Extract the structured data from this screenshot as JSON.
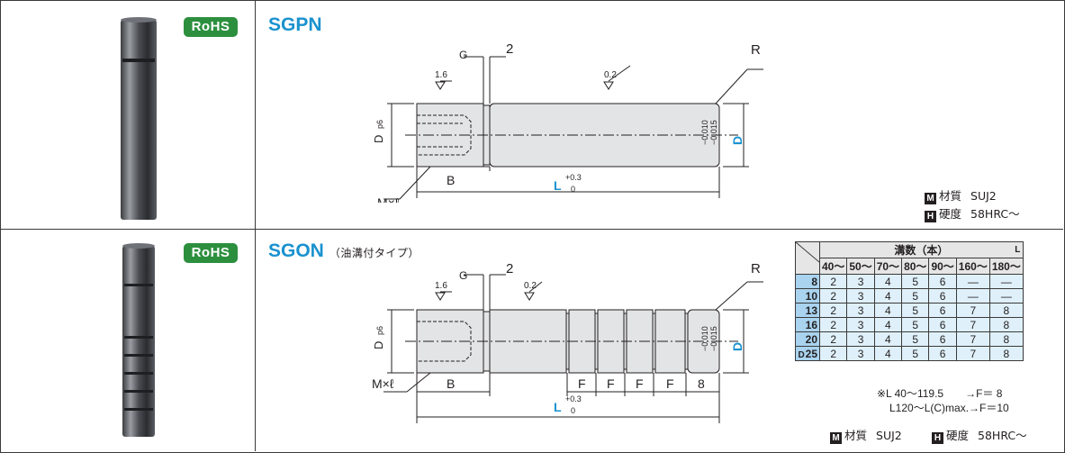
{
  "rohs_label": "RoHS",
  "sgpn": {
    "model": "SGPN",
    "dims": {
      "G": "G",
      "two": "2",
      "R": "R",
      "rough1": "1.6",
      "rough2": "0.2",
      "Dp6": "D",
      "Dp6_sub": "p6",
      "M_l": "M×ℓ",
      "B": "B",
      "L": "L",
      "L_tol_plus": "+0.3",
      "L_tol_zero": "0",
      "D": "D",
      "D_tol1": "−0.010",
      "D_tol2": "−0.015"
    },
    "spec_material_mark": "M",
    "spec_material_label": "材質",
    "spec_material_value": "SUJ2",
    "spec_hardness_mark": "H",
    "spec_hardness_label": "硬度",
    "spec_hardness_value": "58HRC〜"
  },
  "sgon": {
    "model": "SGON",
    "subtitle": "（油溝付タイプ）",
    "dims": {
      "G": "G",
      "two": "2",
      "R": "R",
      "rough1": "1.6",
      "rough2": "0.2",
      "Dp6": "D",
      "Dp6_sub": "p6",
      "M_l": "M×ℓ",
      "B": "B",
      "F": "F",
      "eight": "8",
      "L": "L",
      "L_tol_plus": "+0.3",
      "L_tol_zero": "0",
      "D": "D",
      "D_tol1": "−0.010",
      "D_tol2": "−0.015"
    },
    "table": {
      "title": "溝数（本）",
      "corner_L": "L",
      "corner_D": "D",
      "columns": [
        "40〜",
        "50〜",
        "70〜",
        "80〜",
        "90〜",
        "160〜",
        "180〜"
      ],
      "rows": [
        {
          "d": "8",
          "v": [
            "2",
            "3",
            "4",
            "5",
            "6",
            "—",
            "—"
          ]
        },
        {
          "d": "10",
          "v": [
            "2",
            "3",
            "4",
            "5",
            "6",
            "—",
            "—"
          ]
        },
        {
          "d": "13",
          "v": [
            "2",
            "3",
            "4",
            "5",
            "6",
            "7",
            "8"
          ]
        },
        {
          "d": "16",
          "v": [
            "2",
            "3",
            "4",
            "5",
            "6",
            "7",
            "8"
          ]
        },
        {
          "d": "20",
          "v": [
            "2",
            "3",
            "4",
            "5",
            "6",
            "7",
            "8"
          ]
        },
        {
          "d": "25",
          "v": [
            "2",
            "3",
            "4",
            "5",
            "6",
            "7",
            "8"
          ]
        }
      ]
    },
    "note1": "※L 40〜119.5　　→F＝ 8",
    "note2": "L120〜L(C)max.→F＝10",
    "spec_material_mark": "M",
    "spec_material_label": "材質",
    "spec_material_value": "SUJ2",
    "spec_hardness_mark": "H",
    "spec_hardness_label": "硬度",
    "spec_hardness_value": "58HRC〜"
  },
  "colors": {
    "accent": "#1a92cf",
    "rohs": "#2c8f3e",
    "table_header": "#a9d3ef",
    "table_cell": "#dff0fa"
  }
}
